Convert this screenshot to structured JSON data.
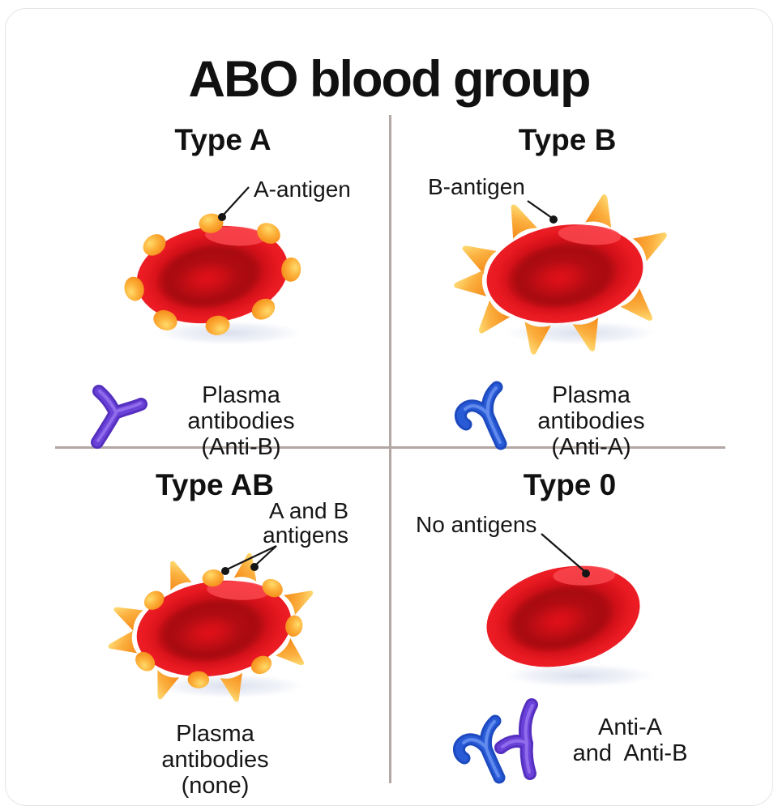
{
  "title": "ABO blood group",
  "colors": {
    "text": "#111111",
    "divider": "#b3a7a3",
    "cell_red": "#ee1c24",
    "cell_dark_red": "#a90c11",
    "antigen_orange": "#f48b1a",
    "antigen_light": "#ffdb6b",
    "antibody_purple": "#6a42d9",
    "antibody_purple_dark": "#5530bf",
    "antibody_purple_light": "#9a77f0",
    "antibody_blue": "#2a5bd7",
    "antibody_blue_dark": "#1e4ac0",
    "antibody_blue_light": "#6b93f2",
    "shadow": "#dde2ef"
  },
  "quadrants": [
    {
      "heading": "Type A",
      "antigen_label": "A-antigen",
      "caption_line1": "Plasma antibodies",
      "caption_line2": "(Anti-B)"
    },
    {
      "heading": "Type B",
      "antigen_label": "B-antigen",
      "caption_line1": "Plasma antibodies",
      "caption_line2": "(Anti-A)"
    },
    {
      "heading": "Type AB",
      "antigen_label_line1": "A and B",
      "antigen_label_line2": "antigens",
      "caption_line1": "Plasma antibodies",
      "caption_line2": "(none)"
    },
    {
      "heading": "Type 0",
      "antigen_label": "No antigens",
      "caption_line1": "Anti-A",
      "caption_line2": "and  Anti-B"
    }
  ],
  "cells": {
    "a": {
      "round": [
        -85,
        -132,
        178,
        133,
        92,
        55,
        8,
        -38
      ],
      "triangle": []
    },
    "b": {
      "round": [],
      "triangle": [
        -155,
        -115,
        -60,
        -15,
        40,
        80,
        115,
        150,
        182
      ]
    },
    "ab": {
      "round": [
        -85,
        -37,
        11,
        59,
        107,
        155,
        -133
      ],
      "triangle": [
        -109,
        -61,
        -13,
        35,
        83,
        131,
        179,
        -157
      ]
    },
    "o": {
      "round": [],
      "triangle": []
    }
  }
}
